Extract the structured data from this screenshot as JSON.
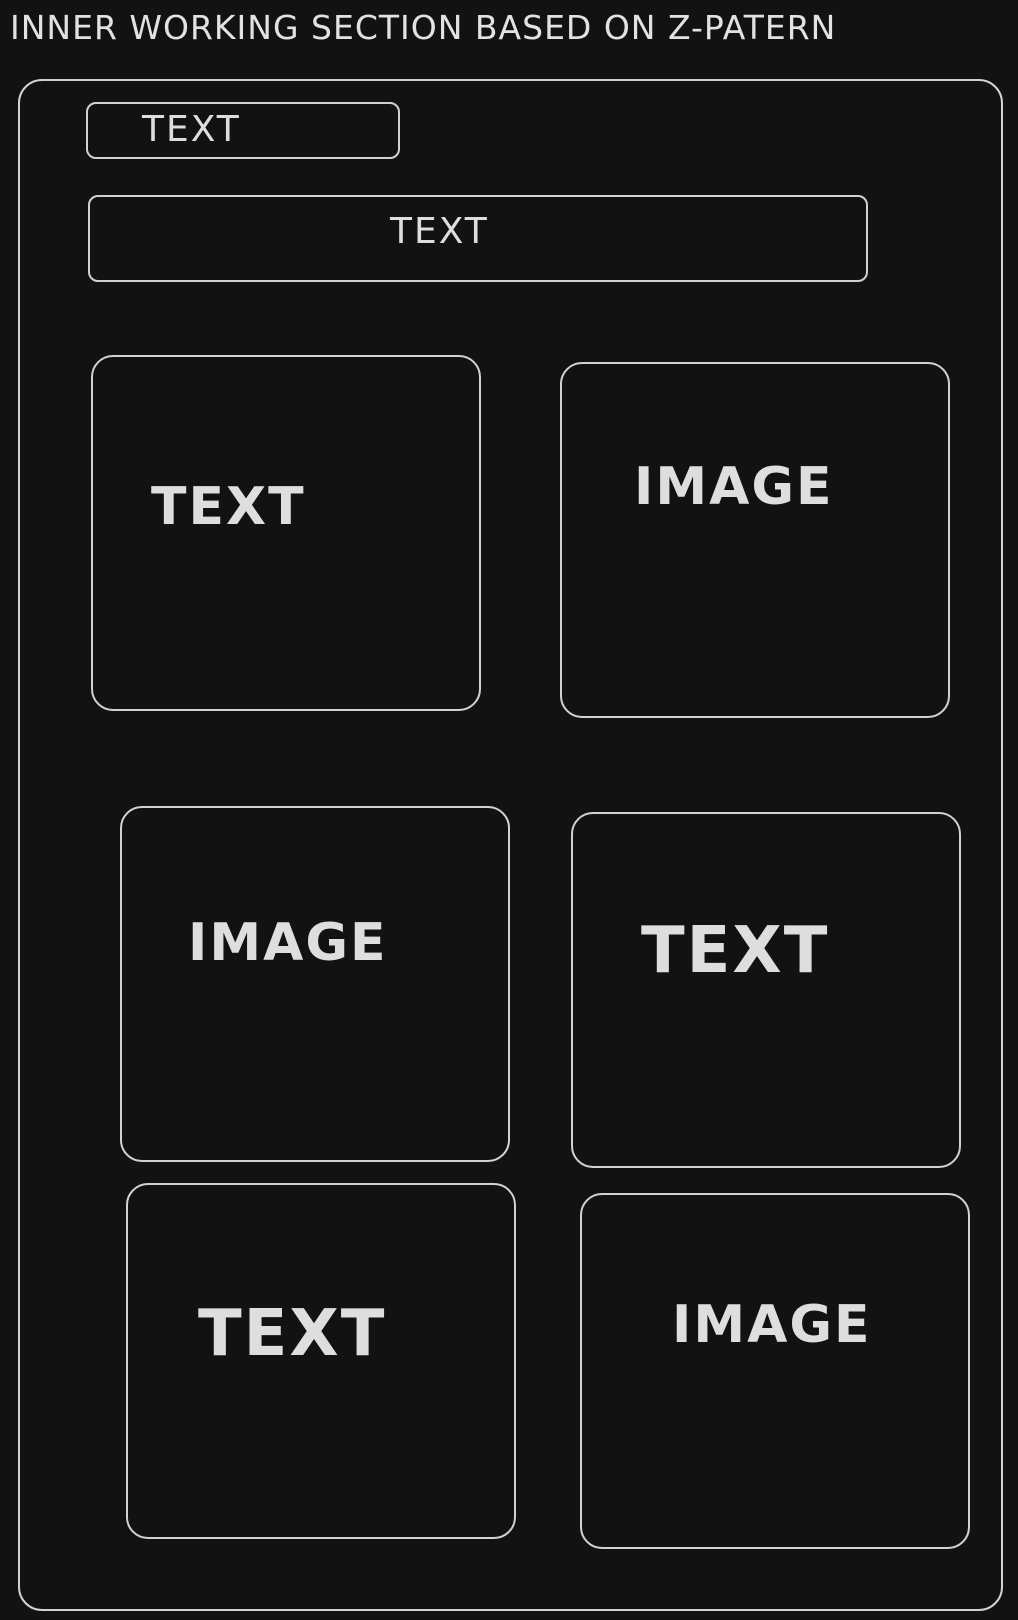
{
  "title": "INNER WORKING SECTION BASED ON Z-PATERN",
  "header_box_label": "TEXT",
  "subheader_box_label": "TEXT",
  "rows": [
    {
      "left": "TEXT",
      "right": "IMAGE"
    },
    {
      "left": "IMAGE",
      "right": "TEXT"
    },
    {
      "left": "TEXT",
      "right": "IMAGE"
    }
  ],
  "colors": {
    "background": "#121212",
    "stroke": "#d2d2d2",
    "text": "#dedede"
  }
}
